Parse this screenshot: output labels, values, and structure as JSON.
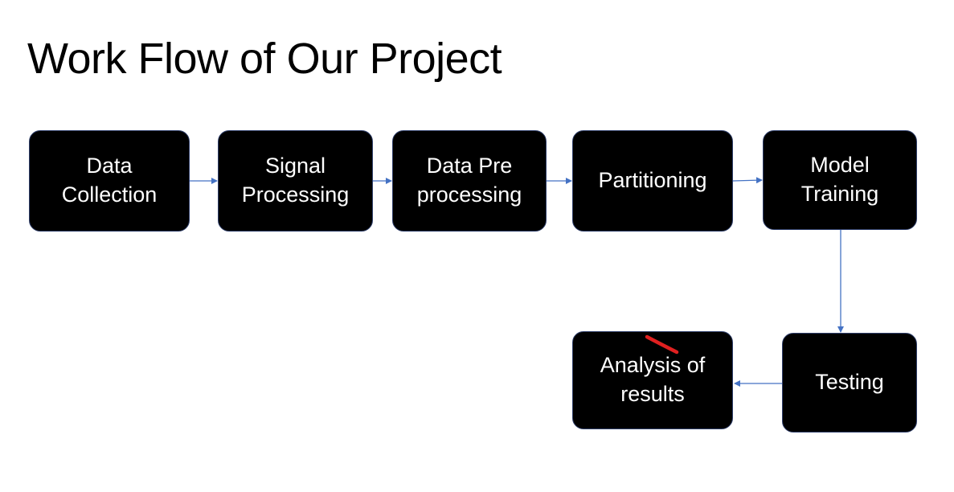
{
  "slide": {
    "title": "Work Flow of Our Project"
  },
  "steps": [
    {
      "line1": "Data",
      "line2": "Collection"
    },
    {
      "line1": "Signal",
      "line2": "Processing"
    },
    {
      "line1": "Data Pre",
      "line2": "processing"
    },
    {
      "line1": "Partitioning",
      "line2": ""
    },
    {
      "line1": "Model",
      "line2": "Training"
    },
    {
      "line1": "Testing",
      "line2": ""
    },
    {
      "line1": "Analysis of",
      "line2": "results"
    }
  ],
  "colors": {
    "box_fill": "#000000",
    "box_border": "#2f3f6b",
    "box_text": "#ffffff",
    "connector": "#4472c4",
    "annotation_mark": "#e02020"
  }
}
